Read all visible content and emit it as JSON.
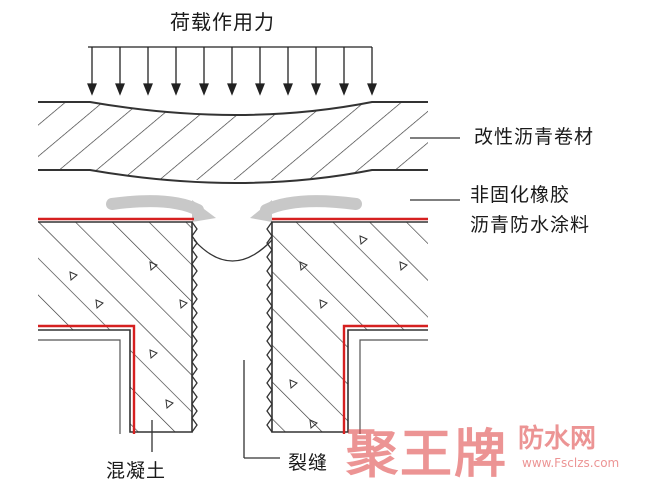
{
  "labels": {
    "load": "荷载作用力",
    "membrane": "改性沥青卷材",
    "coating_line1": "非固化橡胶",
    "coating_line2": "沥青防水涂料",
    "concrete": "混凝土",
    "crack": "裂缝"
  },
  "watermark": {
    "brand": "聚王牌",
    "suffix": "防水网",
    "url": "www.Fsclzs.com"
  },
  "colors": {
    "line": "#333333",
    "coating_red": "#d62020",
    "arrow_gray": "#c8c8c8",
    "watermark_red": "#dc3c3c"
  }
}
